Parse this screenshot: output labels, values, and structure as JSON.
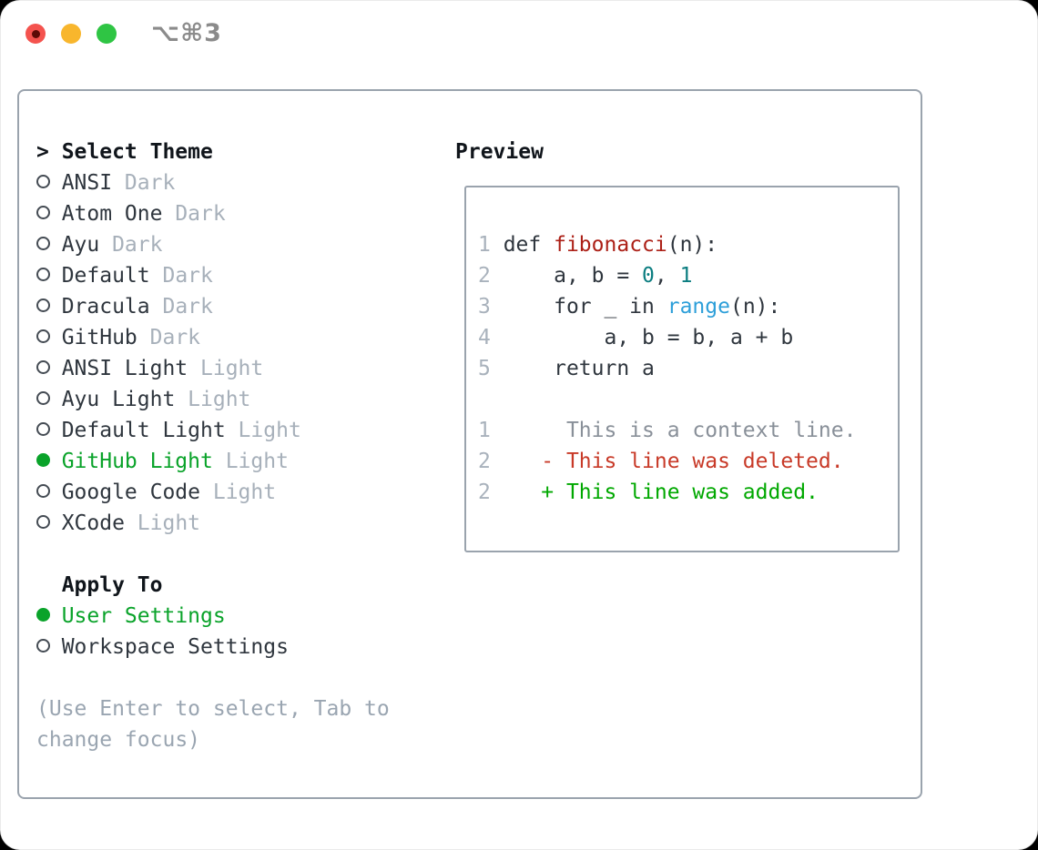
{
  "window": {
    "title": "⌥⌘3",
    "traffic_lights": [
      "close",
      "minimize",
      "zoom"
    ],
    "close_has_modified_dot": true
  },
  "theme_picker": {
    "prompt": ">",
    "title": "Select Theme",
    "themes": [
      {
        "name": "ANSI",
        "tag": "Dark",
        "selected": false
      },
      {
        "name": "Atom One",
        "tag": "Dark",
        "selected": false
      },
      {
        "name": "Ayu",
        "tag": "Dark",
        "selected": false
      },
      {
        "name": "Default",
        "tag": "Dark",
        "selected": false
      },
      {
        "name": "Dracula",
        "tag": "Dark",
        "selected": false
      },
      {
        "name": "GitHub",
        "tag": "Dark",
        "selected": false
      },
      {
        "name": "ANSI Light",
        "tag": "Light",
        "selected": false
      },
      {
        "name": "Ayu Light",
        "tag": "Light",
        "selected": false
      },
      {
        "name": "Default Light",
        "tag": "Light",
        "selected": false
      },
      {
        "name": "GitHub Light",
        "tag": "Light",
        "selected": true
      },
      {
        "name": "Google Code",
        "tag": "Light",
        "selected": false
      },
      {
        "name": "XCode",
        "tag": "Light",
        "selected": false
      }
    ],
    "apply_to": {
      "title": "Apply To",
      "options": [
        {
          "name": "User Settings",
          "selected": true
        },
        {
          "name": "Workspace Settings",
          "selected": false
        }
      ]
    },
    "hint_lines": [
      "(Use Enter to select, Tab to",
      "change focus)"
    ]
  },
  "preview": {
    "title": "Preview",
    "lines": [
      {
        "num": "1",
        "tokens": [
          [
            " def ",
            "code"
          ],
          [
            "fibonacci",
            "func"
          ],
          [
            "(n):",
            "code"
          ]
        ]
      },
      {
        "num": "2",
        "tokens": [
          [
            "     a, b = ",
            "code"
          ],
          [
            "0",
            "num"
          ],
          [
            ", ",
            "code"
          ],
          [
            "1",
            "num"
          ]
        ]
      },
      {
        "num": "3",
        "tokens": [
          [
            "     for _ in ",
            "code"
          ],
          [
            "range",
            "blt"
          ],
          [
            "(n):",
            "code"
          ]
        ]
      },
      {
        "num": "4",
        "tokens": [
          [
            "         a, b = b, a + b",
            "code"
          ]
        ]
      },
      {
        "num": "5",
        "tokens": [
          [
            "     return a",
            "code"
          ]
        ]
      },
      {
        "num": "",
        "tokens": []
      },
      {
        "num": "1",
        "tokens": [
          [
            "      This is a context line.",
            "ctx"
          ]
        ]
      },
      {
        "num": "2",
        "tokens": [
          [
            "    - This line was deleted.",
            "del"
          ]
        ]
      },
      {
        "num": "2",
        "tokens": [
          [
            "    + This line was added.",
            "add"
          ]
        ]
      }
    ]
  },
  "colors": {
    "selected_green": "#0aa32a",
    "diff_added_green": "#00a800",
    "diff_deleted_red": "#c83a28",
    "function_red": "#ac2017",
    "number_teal": "#0b7d80",
    "builtin_blue": "#2d9fd9",
    "text_dark": "#2f363e",
    "tag_gray": "#a7b0ba",
    "hint_gray": "#9aa5b1",
    "border_gray": "#9aa3ad",
    "traffic_red": "#f4534e",
    "traffic_yellow": "#f8b62d",
    "traffic_green": "#2fc544"
  }
}
